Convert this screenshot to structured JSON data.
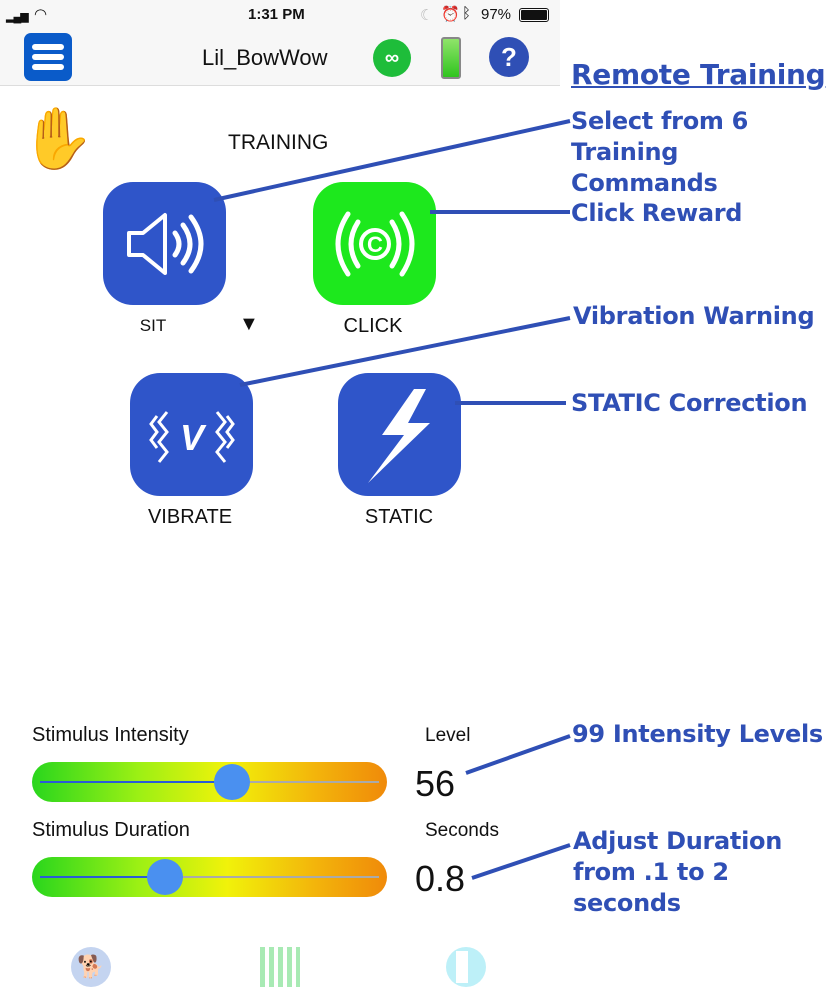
{
  "status_bar": {
    "time": "1:31 PM",
    "battery": "97%"
  },
  "nav": {
    "title": "Lil_BowWow"
  },
  "training": {
    "heading": "TRAINING",
    "buttons": [
      {
        "label": "SIT"
      },
      {
        "label": "CLICK"
      },
      {
        "label": "VIBRATE"
      },
      {
        "label": "STATIC"
      }
    ],
    "command_dropdown": "▼",
    "vibrate_glyph": "V",
    "click_glyph": "C"
  },
  "intensity": {
    "label": "Stimulus Intensity",
    "unit_label": "Level",
    "value": "56",
    "fraction": 0.566
  },
  "duration": {
    "label": "Stimulus Duration",
    "unit_label": "Seconds",
    "value": "0.8",
    "fraction": 0.37
  },
  "annotations": {
    "title": "Remote Training",
    "commands": "Select from 6 Training Commands",
    "click": "Click Reward",
    "vibrate": "Vibration Warning",
    "static": "STATIC Correction",
    "levels": "99 Intensity Levels",
    "duration": "Adjust Duration from .1 to 2 seconds"
  },
  "colors": {
    "accent": "#2f55c9",
    "click": "#1de81d",
    "annotation": "#2f4fb5"
  }
}
